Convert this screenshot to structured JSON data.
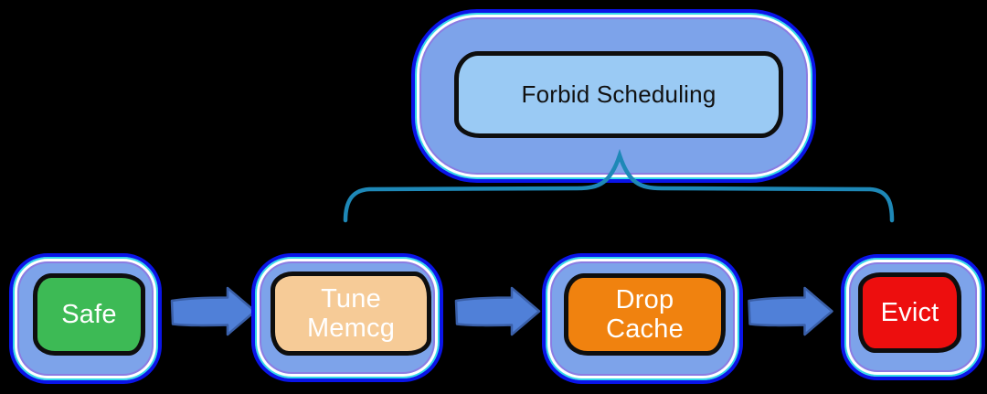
{
  "palette": {
    "background": "#000000",
    "outer-border": "#0a14e8",
    "ring-cyan": "#35d9e9",
    "ring-white": "#ffffff",
    "ring-purple": "#8b7ce2",
    "container-fill": "#7da3ea",
    "box-border": "#0e0e0e"
  },
  "top_box": {
    "label": "Forbid Scheduling",
    "fill": "#9acaf4",
    "text_color": "#111111"
  },
  "brace": {
    "color": "#1e88b7"
  },
  "arrow": {
    "fill": "#5080d8",
    "stroke": "#3a5fa8"
  },
  "stages": [
    {
      "label": "Safe",
      "fill": "#3dba55",
      "text_color": "#ffffff"
    },
    {
      "label": "Tune\nMemcg",
      "fill": "#f6cb97",
      "text_color": "#ffffff"
    },
    {
      "label": "Drop\nCache",
      "fill": "#f0820f",
      "text_color": "#ffffff"
    },
    {
      "label": "Evict",
      "fill": "#ed0e0e",
      "text_color": "#ffffff"
    }
  ]
}
